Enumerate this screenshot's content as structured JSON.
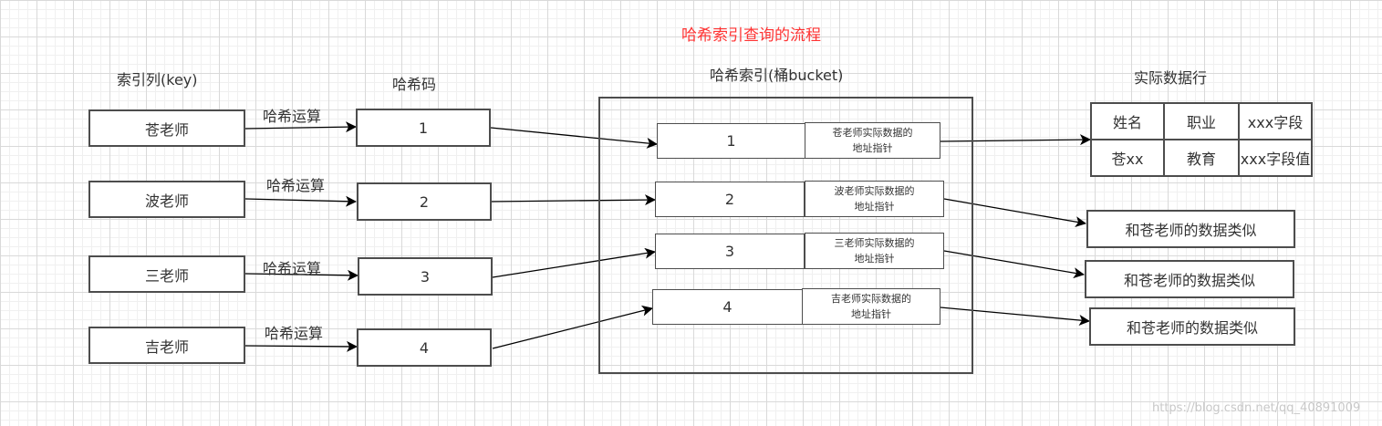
{
  "title": "哈希索引查询的流程",
  "headers": {
    "index_col": "索引列(key)",
    "hash_code": "哈希码",
    "hash_index": "哈希索引(桶bucket)",
    "data_rows": "实际数据行"
  },
  "keys": [
    "苍老师",
    "波老师",
    "三老师",
    "吉老师"
  ],
  "hash_op_label": "哈希运算",
  "hash_codes": [
    "1",
    "2",
    "3",
    "4"
  ],
  "buckets": [
    {
      "code": "1",
      "pointer_line1": "苍老师实际数据的",
      "pointer_line2": "地址指针"
    },
    {
      "code": "2",
      "pointer_line1": "波老师实际数据的",
      "pointer_line2": "地址指针"
    },
    {
      "code": "3",
      "pointer_line1": "三老师实际数据的",
      "pointer_line2": "地址指针"
    },
    {
      "code": "4",
      "pointer_line1": "吉老师实际数据的",
      "pointer_line2": "地址指针"
    }
  ],
  "data_table": {
    "header": [
      "姓名",
      "职业",
      "xxx字段"
    ],
    "row": [
      "苍xx",
      "教育",
      "xxx字段值"
    ]
  },
  "similar_rows": [
    "和苍老师的数据类似",
    "和苍老师的数据类似",
    "和苍老师的数据类似"
  ],
  "watermark": "https://blog.csdn.net/qq_40891009"
}
